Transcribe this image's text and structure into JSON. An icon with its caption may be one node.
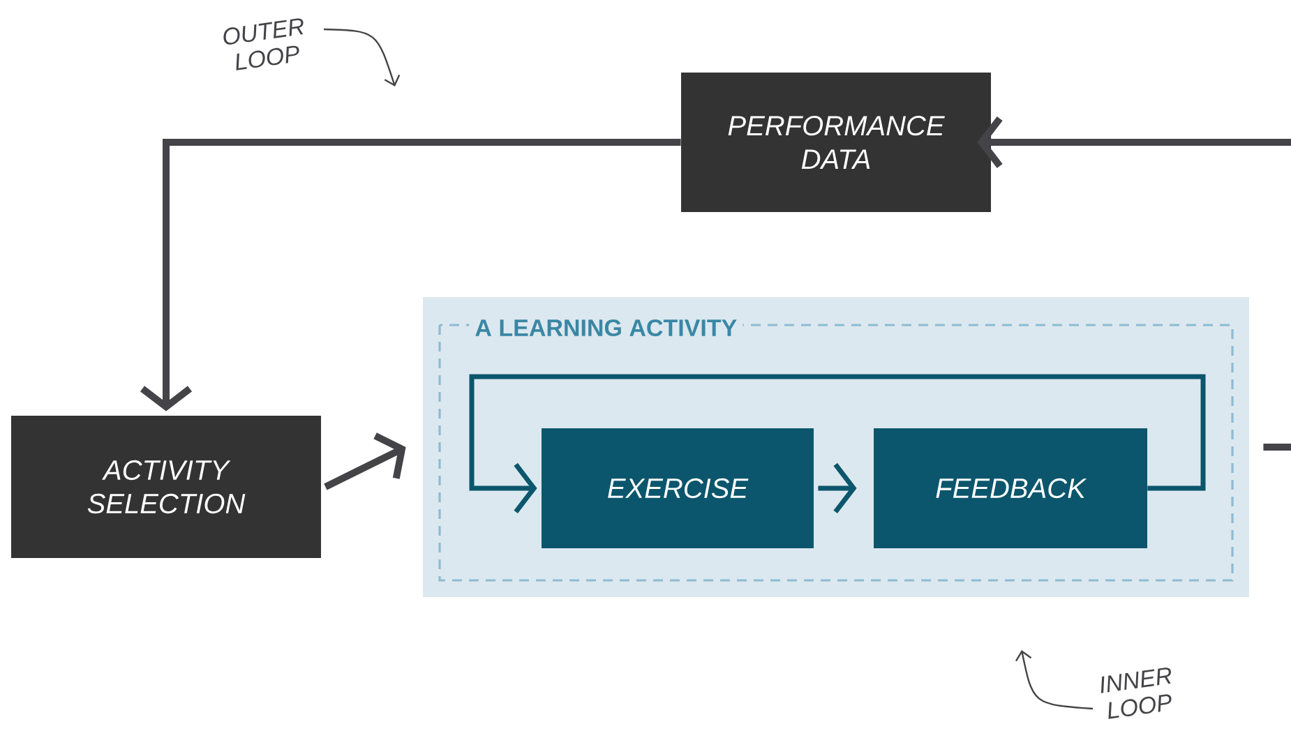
{
  "diagram": {
    "nodes": [
      {
        "text": [
          "PERFORMANCE DATA"
        ]
      },
      {
        "text": [
          "ACTIVITY SELECTION"
        ]
      },
      {
        "text": [
          "A LEARNING ACTIVITY"
        ]
      },
      {
        "text": [
          "EXERCISE"
        ],
        "in": 2
      },
      {
        "text": [
          "FEEDBACK"
        ],
        "in": 2
      }
    ],
    "edges": [
      {
        "from": null,
        "to": 0,
        "arrow": "to"
      },
      {
        "from": 0,
        "to": 1,
        "arrow": "to"
      },
      {
        "from": 1,
        "to": 2,
        "arrow": "to"
      },
      {
        "from": 3,
        "to": 4,
        "arrow": "to",
        "color": "#0b566c"
      },
      {
        "from": 4,
        "to": 3,
        "arrow": "to",
        "color": "#0b566c"
      },
      {
        "from": 2,
        "to": null,
        "arrow": "none"
      }
    ],
    "labels": [
      "OUTER LOOP",
      "INNER LOOP"
    ]
  }
}
